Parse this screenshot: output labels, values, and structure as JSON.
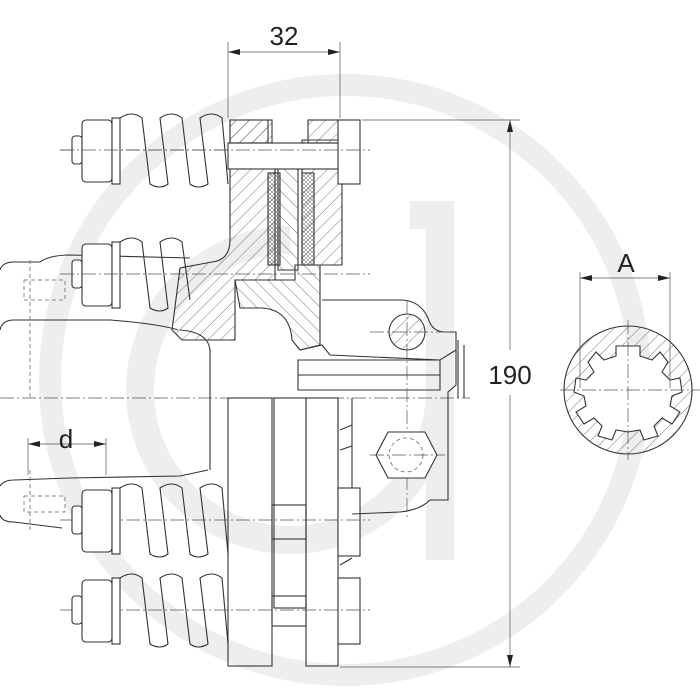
{
  "drawing": {
    "subject": "friction-slip-clutch-with-springs",
    "view": "half-section side view with spline bore detail"
  },
  "dimensions": {
    "width_label": "32",
    "diameter_label": "190",
    "bore_label": "A",
    "pin_label": "d"
  },
  "detail": {
    "bore_profile": "splined-hub-cross-section"
  },
  "watermark": {
    "present": true,
    "color": "#eeeeee"
  },
  "colors": {
    "line": "#333333",
    "background": "#ffffff"
  }
}
